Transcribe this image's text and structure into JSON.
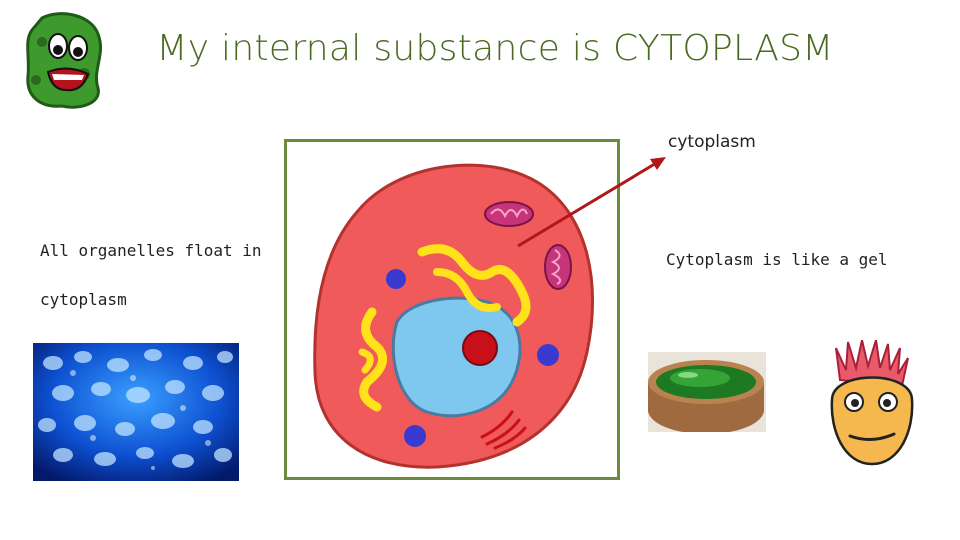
{
  "slide": {
    "title": "My internal substance is CYTOPLASM",
    "arrow_label": "cytoplasm",
    "left_text_line1": "All organelles float in",
    "left_text_line2": "cytoplasm",
    "right_text": "Cytoplasm is like a gel"
  },
  "icons": {
    "top_left": "green-cell-mascot-icon",
    "cell_image": "animal-cell-diagram",
    "jellyfish_photo": "blue-jellyfish-photo",
    "gel_jar_photo": "green-gel-jar-photo",
    "face": "spiky-hair-face-icon"
  },
  "colors": {
    "title": "#4a6a22",
    "frame": "#6a8a3c",
    "cytoplasm": "#f15a5a",
    "nucleus": "#7ec8f0",
    "arrow": "#b0171b"
  }
}
